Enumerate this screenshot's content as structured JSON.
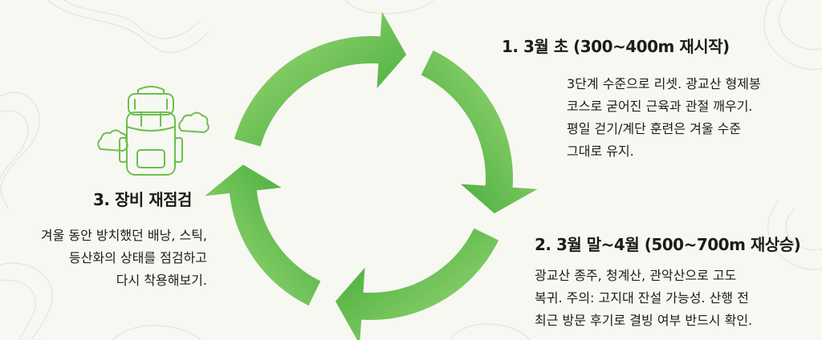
{
  "steps": [
    {
      "title": "1. 3월 초 (300~400m 재시작)",
      "lines": [
        "3단계 수준으로 리셋. 광교산 형제봉",
        "코스로 굳어진 근육과 관절 깨우기.",
        "평일 걷기/계단 훈련은 겨울 수준",
        "그대로 유지."
      ]
    },
    {
      "title": "2. 3월 말~4월 (500~700m 재상승)",
      "lines": [
        "광교산 종주, 청계산, 관악산으로 고도",
        "복귀. 주의: 고지대 잔설 가능성. 산행 전",
        "최근 방문 후기로 결빙 여부 반드시 확인."
      ]
    },
    {
      "title": "3. 장비 재점검",
      "lines": [
        "겨울 동안 방치했던 배낭, 스틱,",
        "등산화의 상태를 점검하고",
        "다시 착용해보기."
      ]
    }
  ],
  "icons": {
    "step3": "backpack-icon",
    "decoration": "cloud-icon"
  },
  "colors": {
    "arrow_light": "#a6de7e",
    "arrow_dark": "#3aa632",
    "icon_line": "#6cbf4c",
    "background": "#f8f8f3"
  }
}
